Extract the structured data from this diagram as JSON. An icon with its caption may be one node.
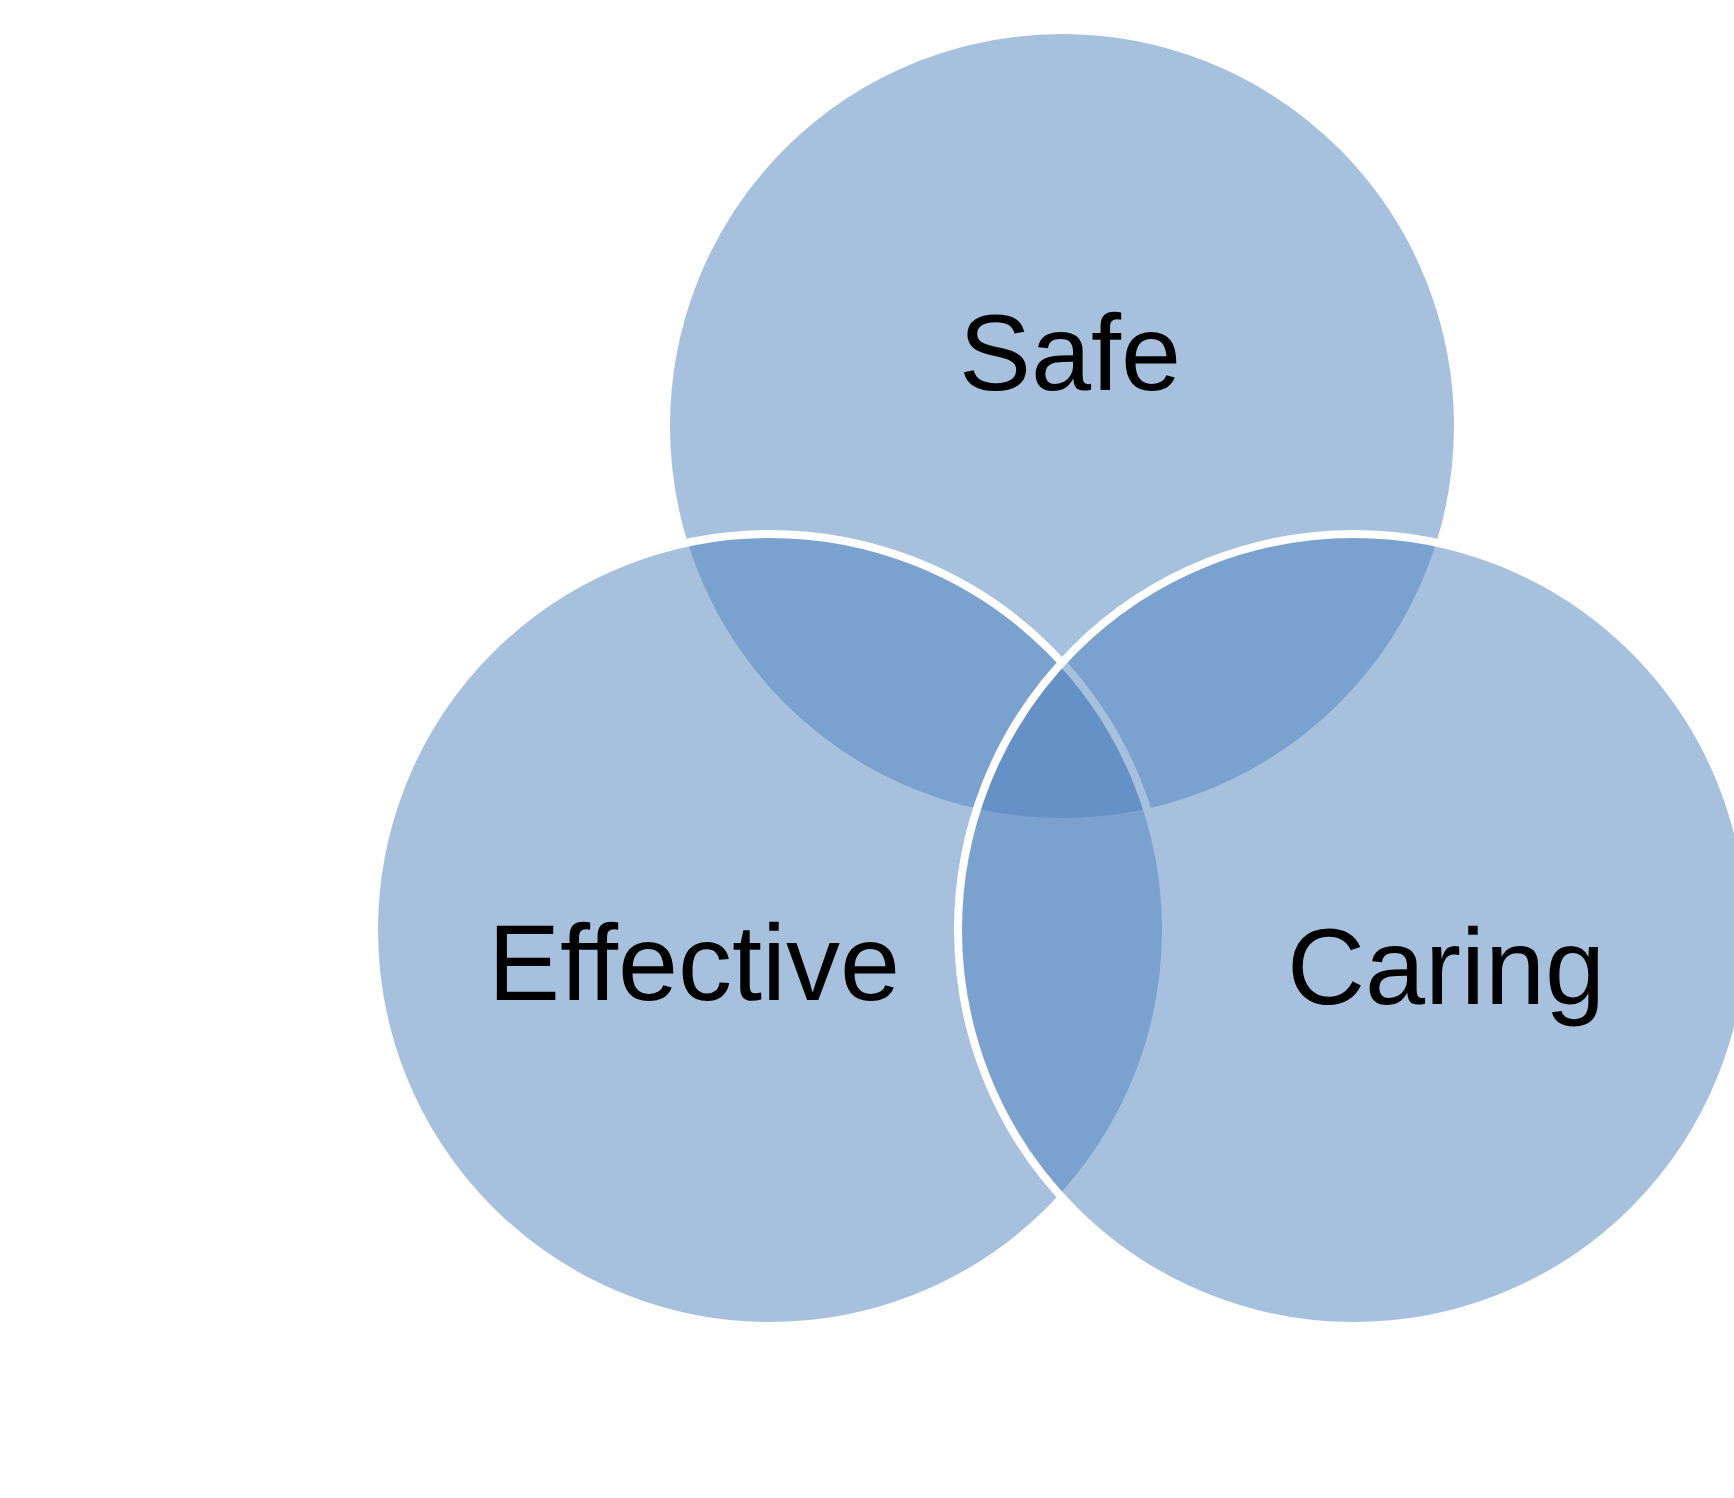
{
  "diagram": {
    "nodes": [
      {
        "text": [
          "Safe"
        ]
      },
      {
        "text": [
          "Effective"
        ]
      },
      {
        "text": [
          "Caring"
        ]
      }
    ]
  }
}
